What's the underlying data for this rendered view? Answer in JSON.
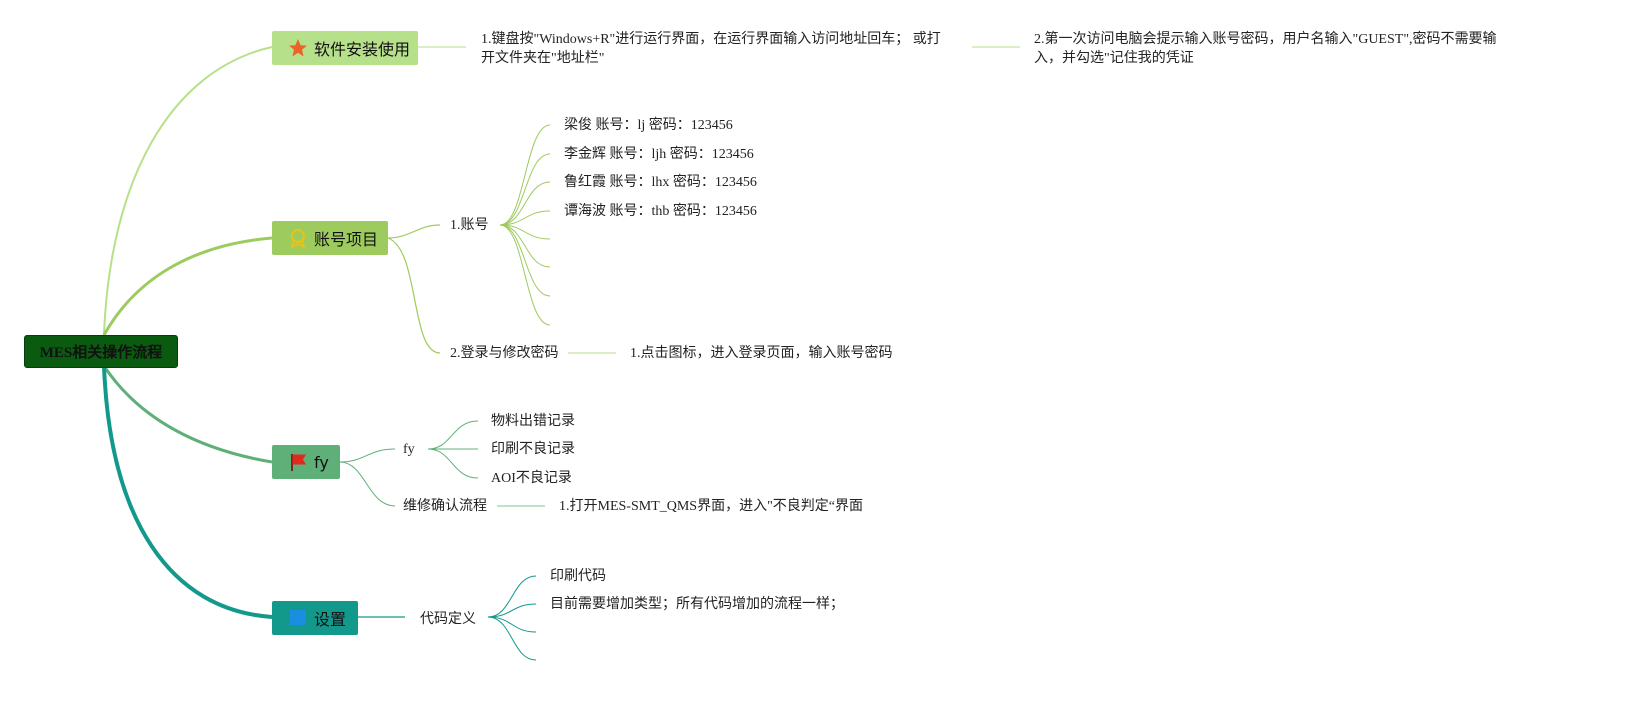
{
  "root": {
    "label": "MES相关操作流程"
  },
  "branches": {
    "install": {
      "label": "软件安装使用",
      "icon": "star-icon",
      "color": "#b7e08a",
      "step1": "1.键盘按\"Windows+R\"进行运行界面，在运行界面输入访问地址回车； 或打开文件夹在\"地址栏\"",
      "step2": "2.第一次访问电脑会提示输入账号密码，用户名输入\"GUEST\",密码不需要输入，并勾选\"记住我的凭证"
    },
    "accounts": {
      "label": "账号项目",
      "icon": "award-badge-icon",
      "color": "#9dcb5d",
      "sub1": "1.账号",
      "users": [
        "梁俊 账号：lj 密码：123456",
        "李金辉 账号：ljh 密码：123456",
        "鲁红霞 账号：lhx 密码：123456",
        "谭海波 账号：thb 密码：123456"
      ],
      "sub2": "2.登录与修改密码",
      "sub2_step": "1.点击图标，进入登录页面，输入账号密码"
    },
    "fy": {
      "label": "fy",
      "icon": "red-flag-icon",
      "color": "#5fb078",
      "sub1": "fy",
      "records": [
        "物料出错记录",
        "印刷不良记录",
        "AOI不良记录"
      ],
      "sub2": "维修确认流程",
      "sub2_step": "1.打开MES-SMT_QMS界面，进入\"不良判定“界面"
    },
    "settings": {
      "label": "设置",
      "icon": "blue-flag-icon",
      "color": "#12998c",
      "sub1": "代码定义",
      "items": [
        "印刷代码",
        "目前需要增加类型；所有代码增加的流程一样；"
      ]
    }
  }
}
